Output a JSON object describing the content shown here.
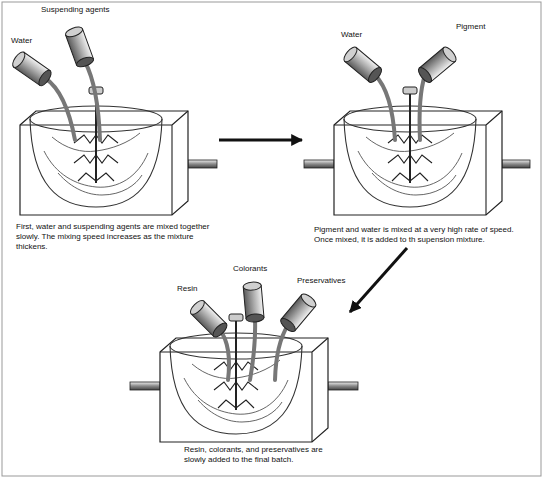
{
  "diagram": {
    "nodes": [
      {
        "text": [
          "First, water and suspending agents are mixed together slowly. The mixing speed increases as the mixture thickens."
        ]
      },
      {
        "text": [
          "Pigment and water is mixed at a very high rate of speed. Once mixed, it is added to th supension mixture."
        ]
      },
      {
        "text": [
          "Resin, colorants, and preservatives are slowly added to the final batch."
        ]
      }
    ],
    "edges": [
      {
        "from": 0,
        "to": 1,
        "arrow": "to"
      },
      {
        "from": 1,
        "to": 2,
        "arrow": "to"
      }
    ],
    "labels": [
      "Suspending agents",
      "Water",
      "Water",
      "Pigment",
      "Resin",
      "Colorants",
      "Preservatives"
    ]
  }
}
